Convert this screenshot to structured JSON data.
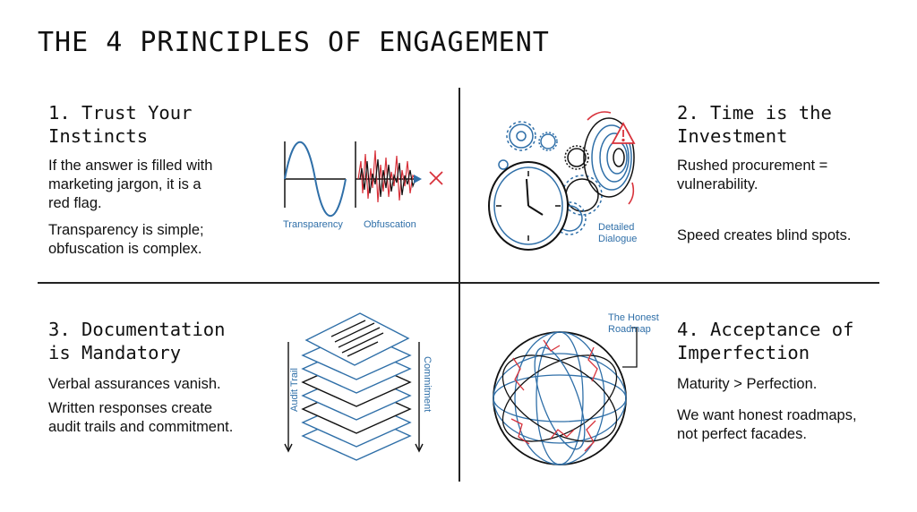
{
  "title": "THE 4 PRINCIPLES OF ENGAGEMENT",
  "principles": [
    {
      "heading": "1. Trust Your\nInstincts",
      "body1": "If the answer is filled with\nmarketing jargon, it is a\nred flag.",
      "body2": "Transparency is simple;\nobfuscation is complex.",
      "labels": {
        "a": "Transparency",
        "b": "Obfuscation"
      }
    },
    {
      "heading": "2. Time is the\nInvestment",
      "body1": "Rushed procurement =\nvulnerability.",
      "body2": "Speed creates blind spots.",
      "labels": {
        "a": "Detailed",
        "b": "Dialogue"
      }
    },
    {
      "heading": "3. Documentation\nis Mandatory",
      "body1": "Verbal assurances vanish.",
      "body2": "Written responses create\naudit trails and commitment.",
      "labels": {
        "a": "Audit Trail",
        "b": "Commitment"
      }
    },
    {
      "heading": "4. Acceptance of\nImperfection",
      "body1": "Maturity > Perfection.",
      "body2": "We want honest roadmaps,\nnot perfect facades.",
      "labels": {
        "a": "The Honest",
        "b": "Roadmap"
      }
    }
  ],
  "colors": {
    "blue": "#2f6fa8",
    "red": "#d8323b",
    "ink": "#111111"
  }
}
